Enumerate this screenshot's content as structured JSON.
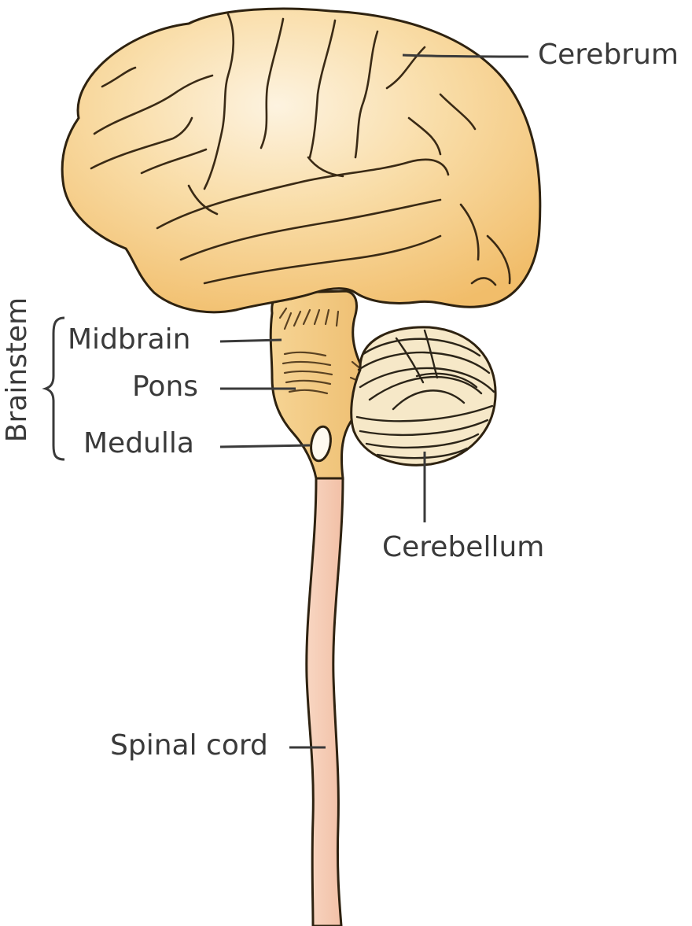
{
  "labels": {
    "cerebrum": "Cerebrum",
    "brainstem": "Brainstem",
    "midbrain": "Midbrain",
    "pons": "Pons",
    "medulla": "Medulla",
    "cerebellum": "Cerebellum",
    "spinal_cord": "Spinal cord"
  },
  "colors": {
    "cerebrum_fill": "#f5c87a",
    "cerebrum_highlight": "#fdf3e0",
    "brainstem_fill": "#f3cb88",
    "cerebellum_fill": "#f6e8c8",
    "spinal_cord_fill": "#f6ccb4",
    "outline": "#2e2210",
    "label_text": "#3a3a3a"
  }
}
